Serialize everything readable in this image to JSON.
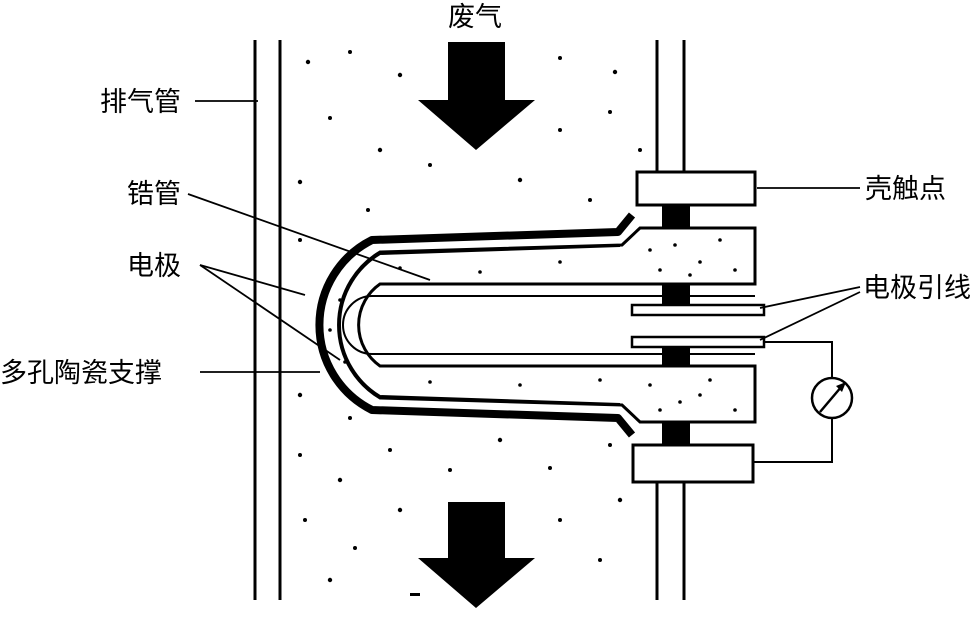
{
  "labels": {
    "exhaust": "废气",
    "exhaust_pipe": "排气管",
    "zirconia_tube": "锆管",
    "electrode": "电极",
    "porous_ceramic_support": "多孔陶瓷支撑",
    "shell_contact": "壳触点",
    "electrode_lead": "电极引线"
  },
  "colors": {
    "ink": "#000000",
    "paper": "#ffffff"
  },
  "icons": {
    "meter": "galvanometer-icon"
  }
}
